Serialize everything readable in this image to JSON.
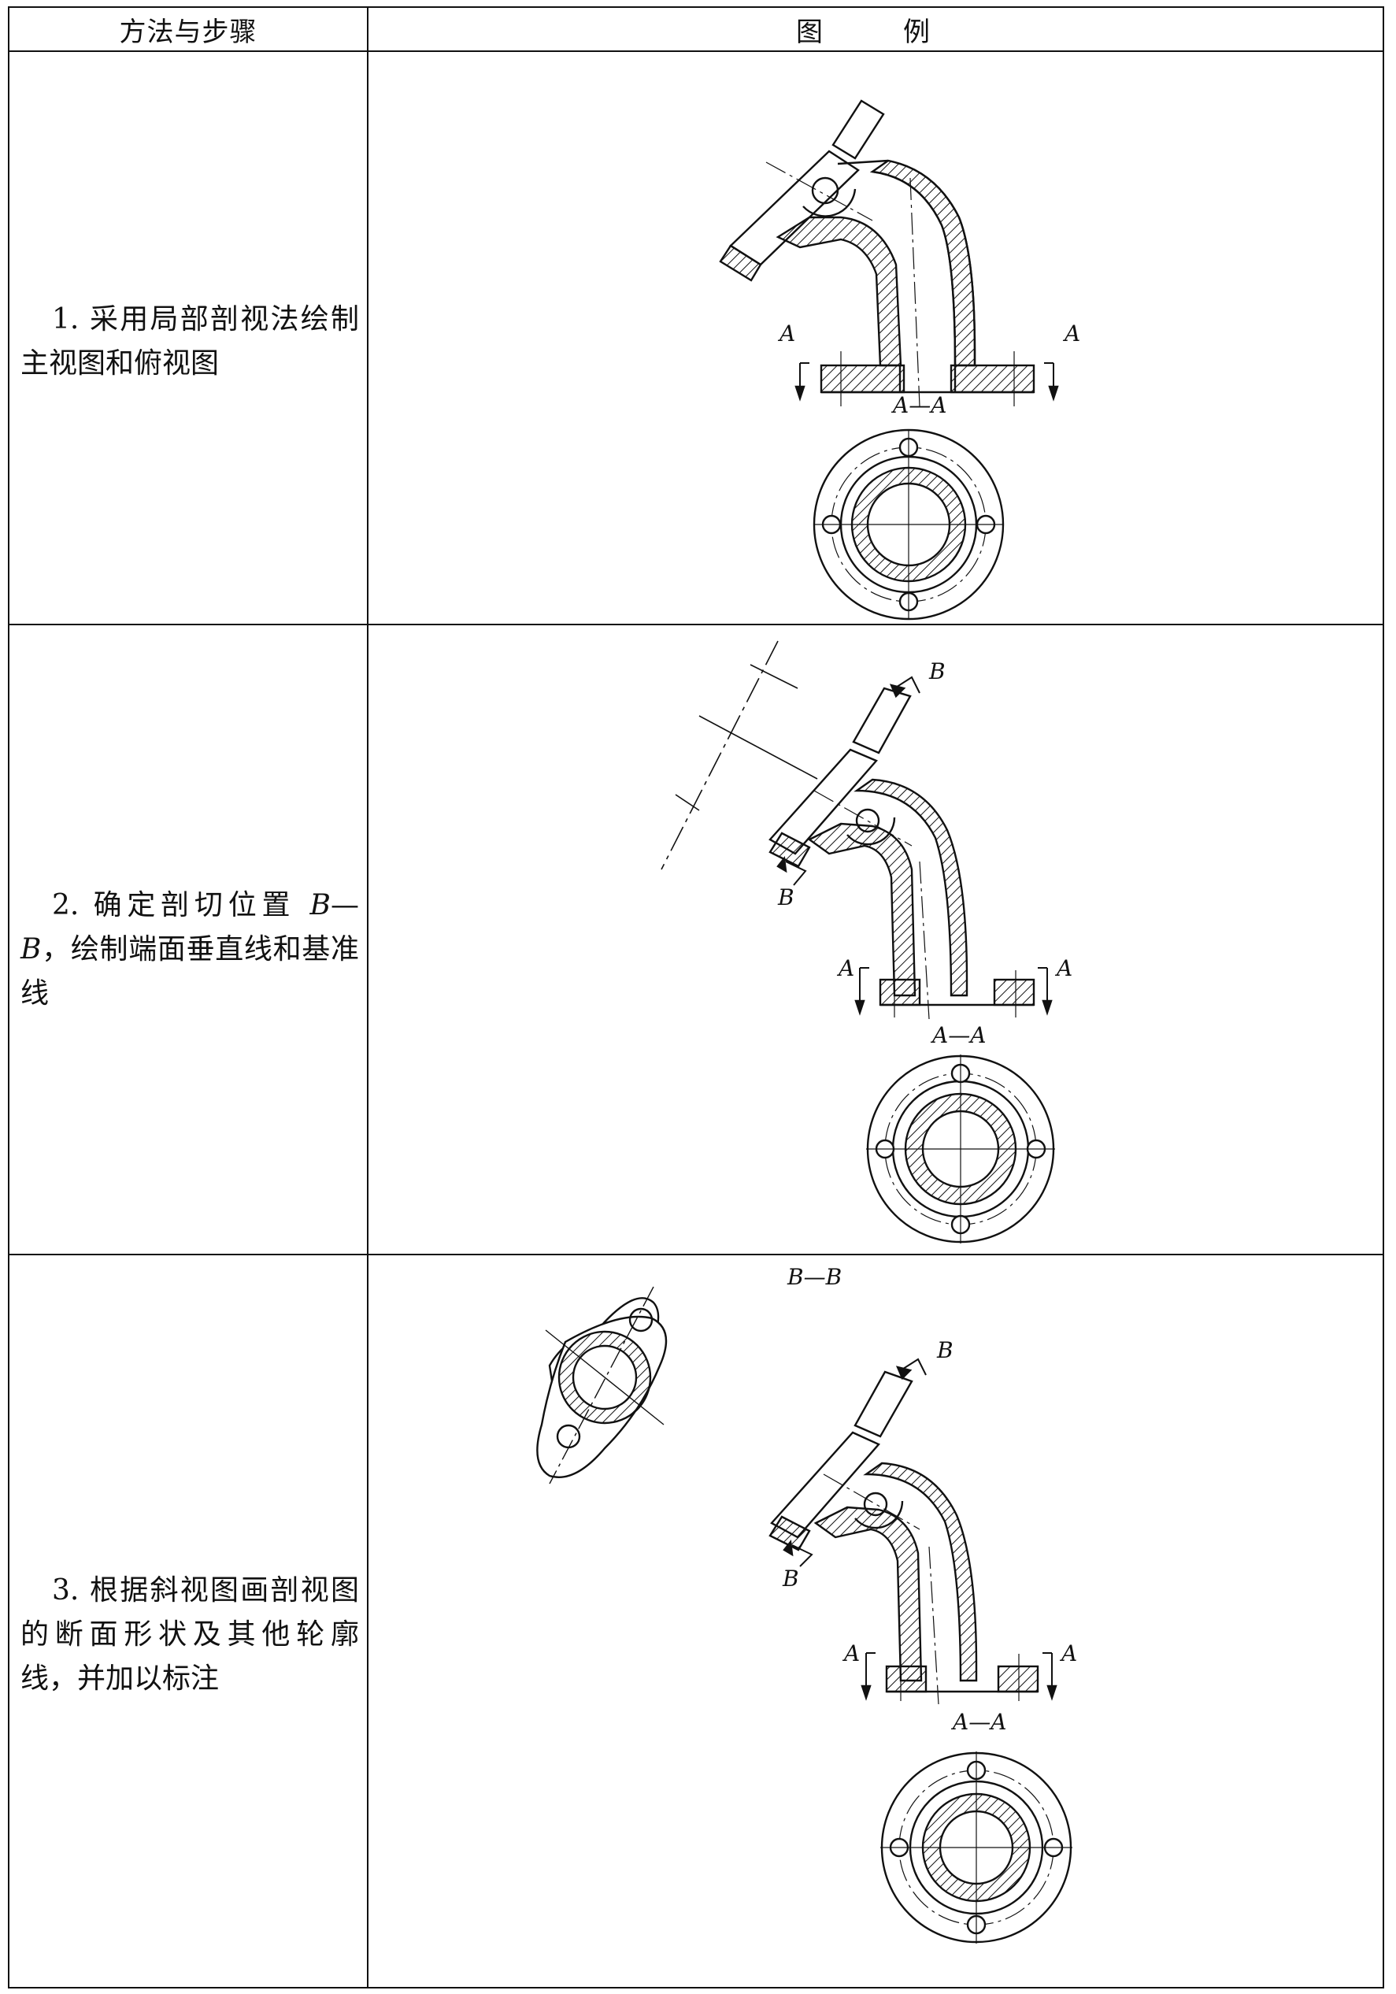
{
  "table": {
    "headers": {
      "method": "方法与步骤",
      "figure": "图　例"
    },
    "rows": [
      {
        "step_text": "1. 采用局部剖视法绘制主视图和俯视图"
      },
      {
        "step_text_a": "2. 确定剖切位置 ",
        "step_italic_a": "B",
        "step_text_b": "—",
        "step_italic_b": "B",
        "step_text_c": "，绘制端面垂直线和基准线"
      },
      {
        "step_text": "3. 根据斜视图画剖视图的断面形状及其他轮廓线，并加以标注"
      }
    ]
  },
  "labels": {
    "section_a": "A",
    "section_aa": "A—A",
    "section_b": "B",
    "section_bb": "B—B"
  }
}
